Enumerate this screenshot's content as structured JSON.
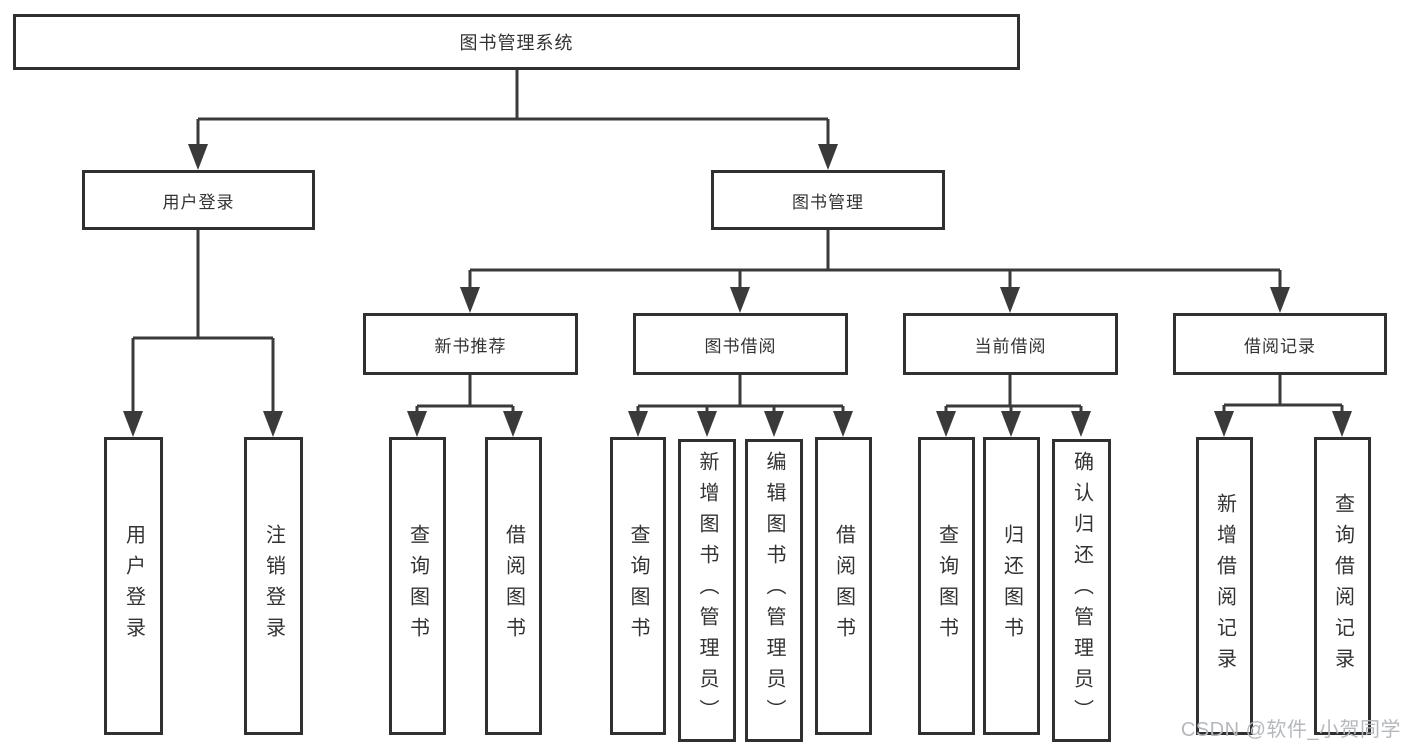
{
  "diagram": {
    "root": {
      "label": "图书管理系统"
    },
    "branches": [
      {
        "label": "用户登录",
        "leaves": [
          {
            "label": "用户登录"
          },
          {
            "label": "注销登录"
          }
        ]
      },
      {
        "label": "图书管理",
        "children": [
          {
            "label": "新书推荐",
            "leaves": [
              {
                "label": "查询图书"
              },
              {
                "label": "借阅图书"
              }
            ]
          },
          {
            "label": "图书借阅",
            "leaves": [
              {
                "label": "查询图书"
              },
              {
                "label": "新增图书（管理员）"
              },
              {
                "label": "编辑图书（管理员）"
              },
              {
                "label": "借阅图书"
              }
            ]
          },
          {
            "label": "当前借阅",
            "leaves": [
              {
                "label": "查询图书"
              },
              {
                "label": "归还图书"
              },
              {
                "label": "确认归还（管理员）"
              }
            ]
          },
          {
            "label": "借阅记录",
            "leaves": [
              {
                "label": "新增借阅记录"
              },
              {
                "label": "查询借阅记录"
              }
            ]
          }
        ]
      }
    ]
  },
  "watermark": {
    "text": "CSDN @软件_小贺同学"
  },
  "colors": {
    "line": "#3a3a3a",
    "border": "#303030",
    "text": "#333333",
    "background": "#ffffff",
    "watermark": "#b5b8bd"
  }
}
